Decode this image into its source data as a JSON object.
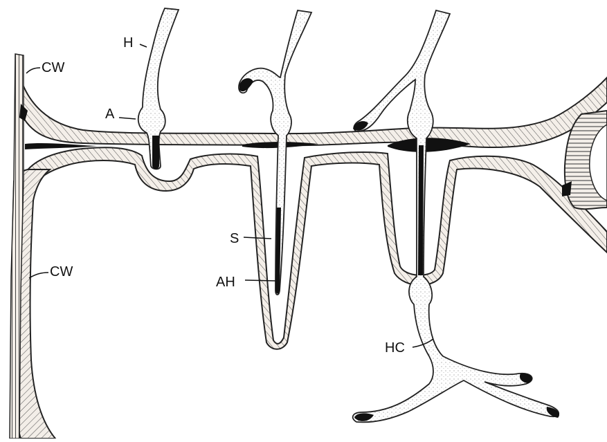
{
  "labels": {
    "h": "H",
    "cw_top": "CW",
    "a": "A",
    "s": "S",
    "cw_left": "CW",
    "ah": "AH",
    "hc": "HC"
  }
}
